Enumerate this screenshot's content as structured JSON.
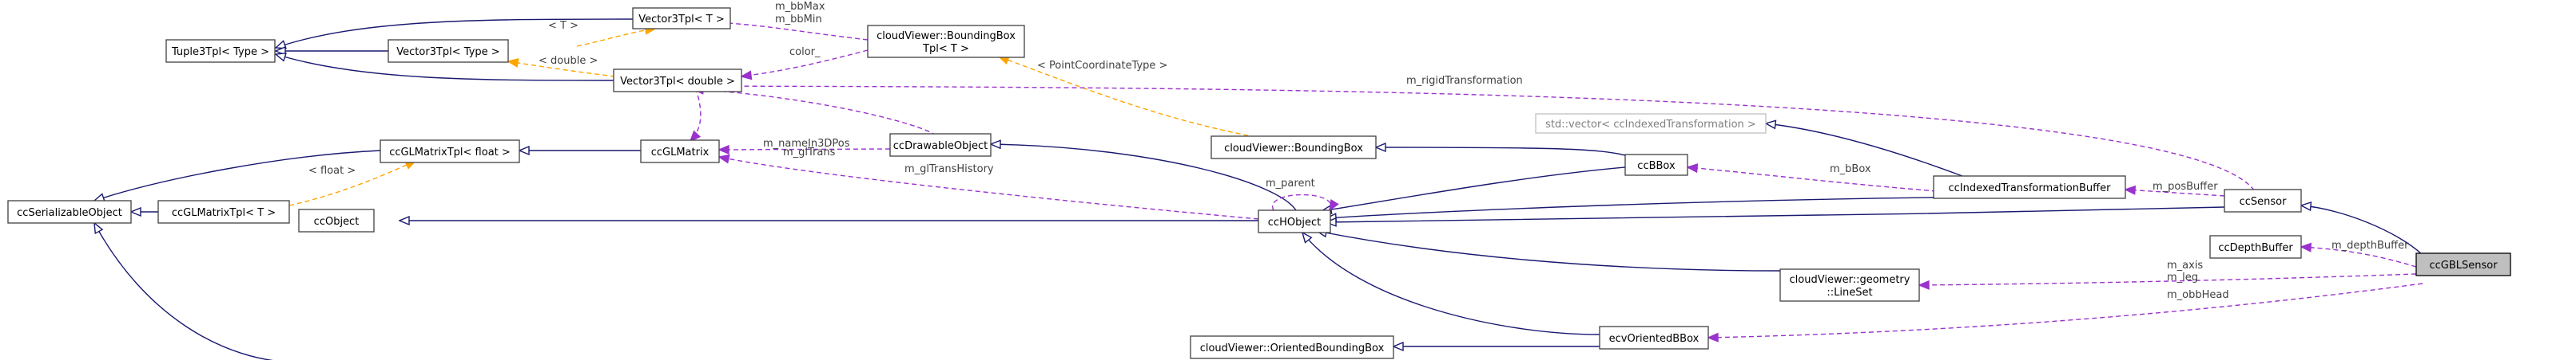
{
  "colors": {
    "inheritance": "#191970",
    "usage": "#9a32cd",
    "template": "#ffa500",
    "focus_fill": "#bfbfbf"
  },
  "nodes": [
    {
      "id": "tuple3tpl",
      "label": "Tuple3Tpl< Type >"
    },
    {
      "id": "vector3tpl-t",
      "label": "Vector3Tpl< T >"
    },
    {
      "id": "vector3tpl-type",
      "label": "Vector3Tpl< Type >"
    },
    {
      "id": "vector3tpl-double",
      "label": "Vector3Tpl< double >"
    },
    {
      "id": "boundingbox-tpl",
      "label": "cloudViewer::BoundingBox",
      "label2": "Tpl< T >"
    },
    {
      "id": "ccserializableobject",
      "label": "ccSerializableObject"
    },
    {
      "id": "ccglmatrixtpl-float",
      "label": "ccGLMatrixTpl< float >"
    },
    {
      "id": "ccglmatrixtpl-t",
      "label": "ccGLMatrixTpl< T >"
    },
    {
      "id": "ccglmatrix",
      "label": "ccGLMatrix"
    },
    {
      "id": "ccdrawableobject",
      "label": "ccDrawableObject"
    },
    {
      "id": "ccobject",
      "label": "ccObject"
    },
    {
      "id": "cloudviewer-boundingbox",
      "label": "cloudViewer::BoundingBox"
    },
    {
      "id": "cchobject",
      "label": "ccHObject"
    },
    {
      "id": "std-vector",
      "label": "std::vector< ccIndexedTransformation >"
    },
    {
      "id": "ccbbox",
      "label": "ccBBox"
    },
    {
      "id": "ccindexedtransformationbuffer",
      "label": "ccIndexedTransformationBuffer"
    },
    {
      "id": "ccsensor",
      "label": "ccSensor"
    },
    {
      "id": "ccdepthbuffer",
      "label": "ccDepthBuffer"
    },
    {
      "id": "ccgblsensor",
      "label": "ccGBLSensor"
    },
    {
      "id": "lineset",
      "label": "cloudViewer::geometry",
      "label2": "::LineSet"
    },
    {
      "id": "ecvorientedbbox",
      "label": "ecvOrientedBBox"
    },
    {
      "id": "orientedboundingbox",
      "label": "cloudViewer::OrientedBoundingBox"
    }
  ],
  "edge_labels": {
    "m_bbmax": "m_bbMax",
    "m_bbmin": "m_bbMin",
    "t": "< T >",
    "color": "color_",
    "double": "< double >",
    "pointcoordinatetype": "< PointCoordinateType >",
    "m_rigidtransformation": "m_rigidTransformation",
    "m_namein3dpos": "m_nameIn3DPos",
    "float": "< float >",
    "m_gltrans": "m_glTrans",
    "m_gltranshistory": "m_glTransHistory",
    "m_parent": "m_parent",
    "m_bbox": "m_bBox",
    "m_posbuffer": "m_posBuffer",
    "m_depthbuffer": "m_depthBuffer",
    "m_axis": "m_axis",
    "m_leg": "m_leg",
    "m_obbhead": "m_obbHead"
  }
}
